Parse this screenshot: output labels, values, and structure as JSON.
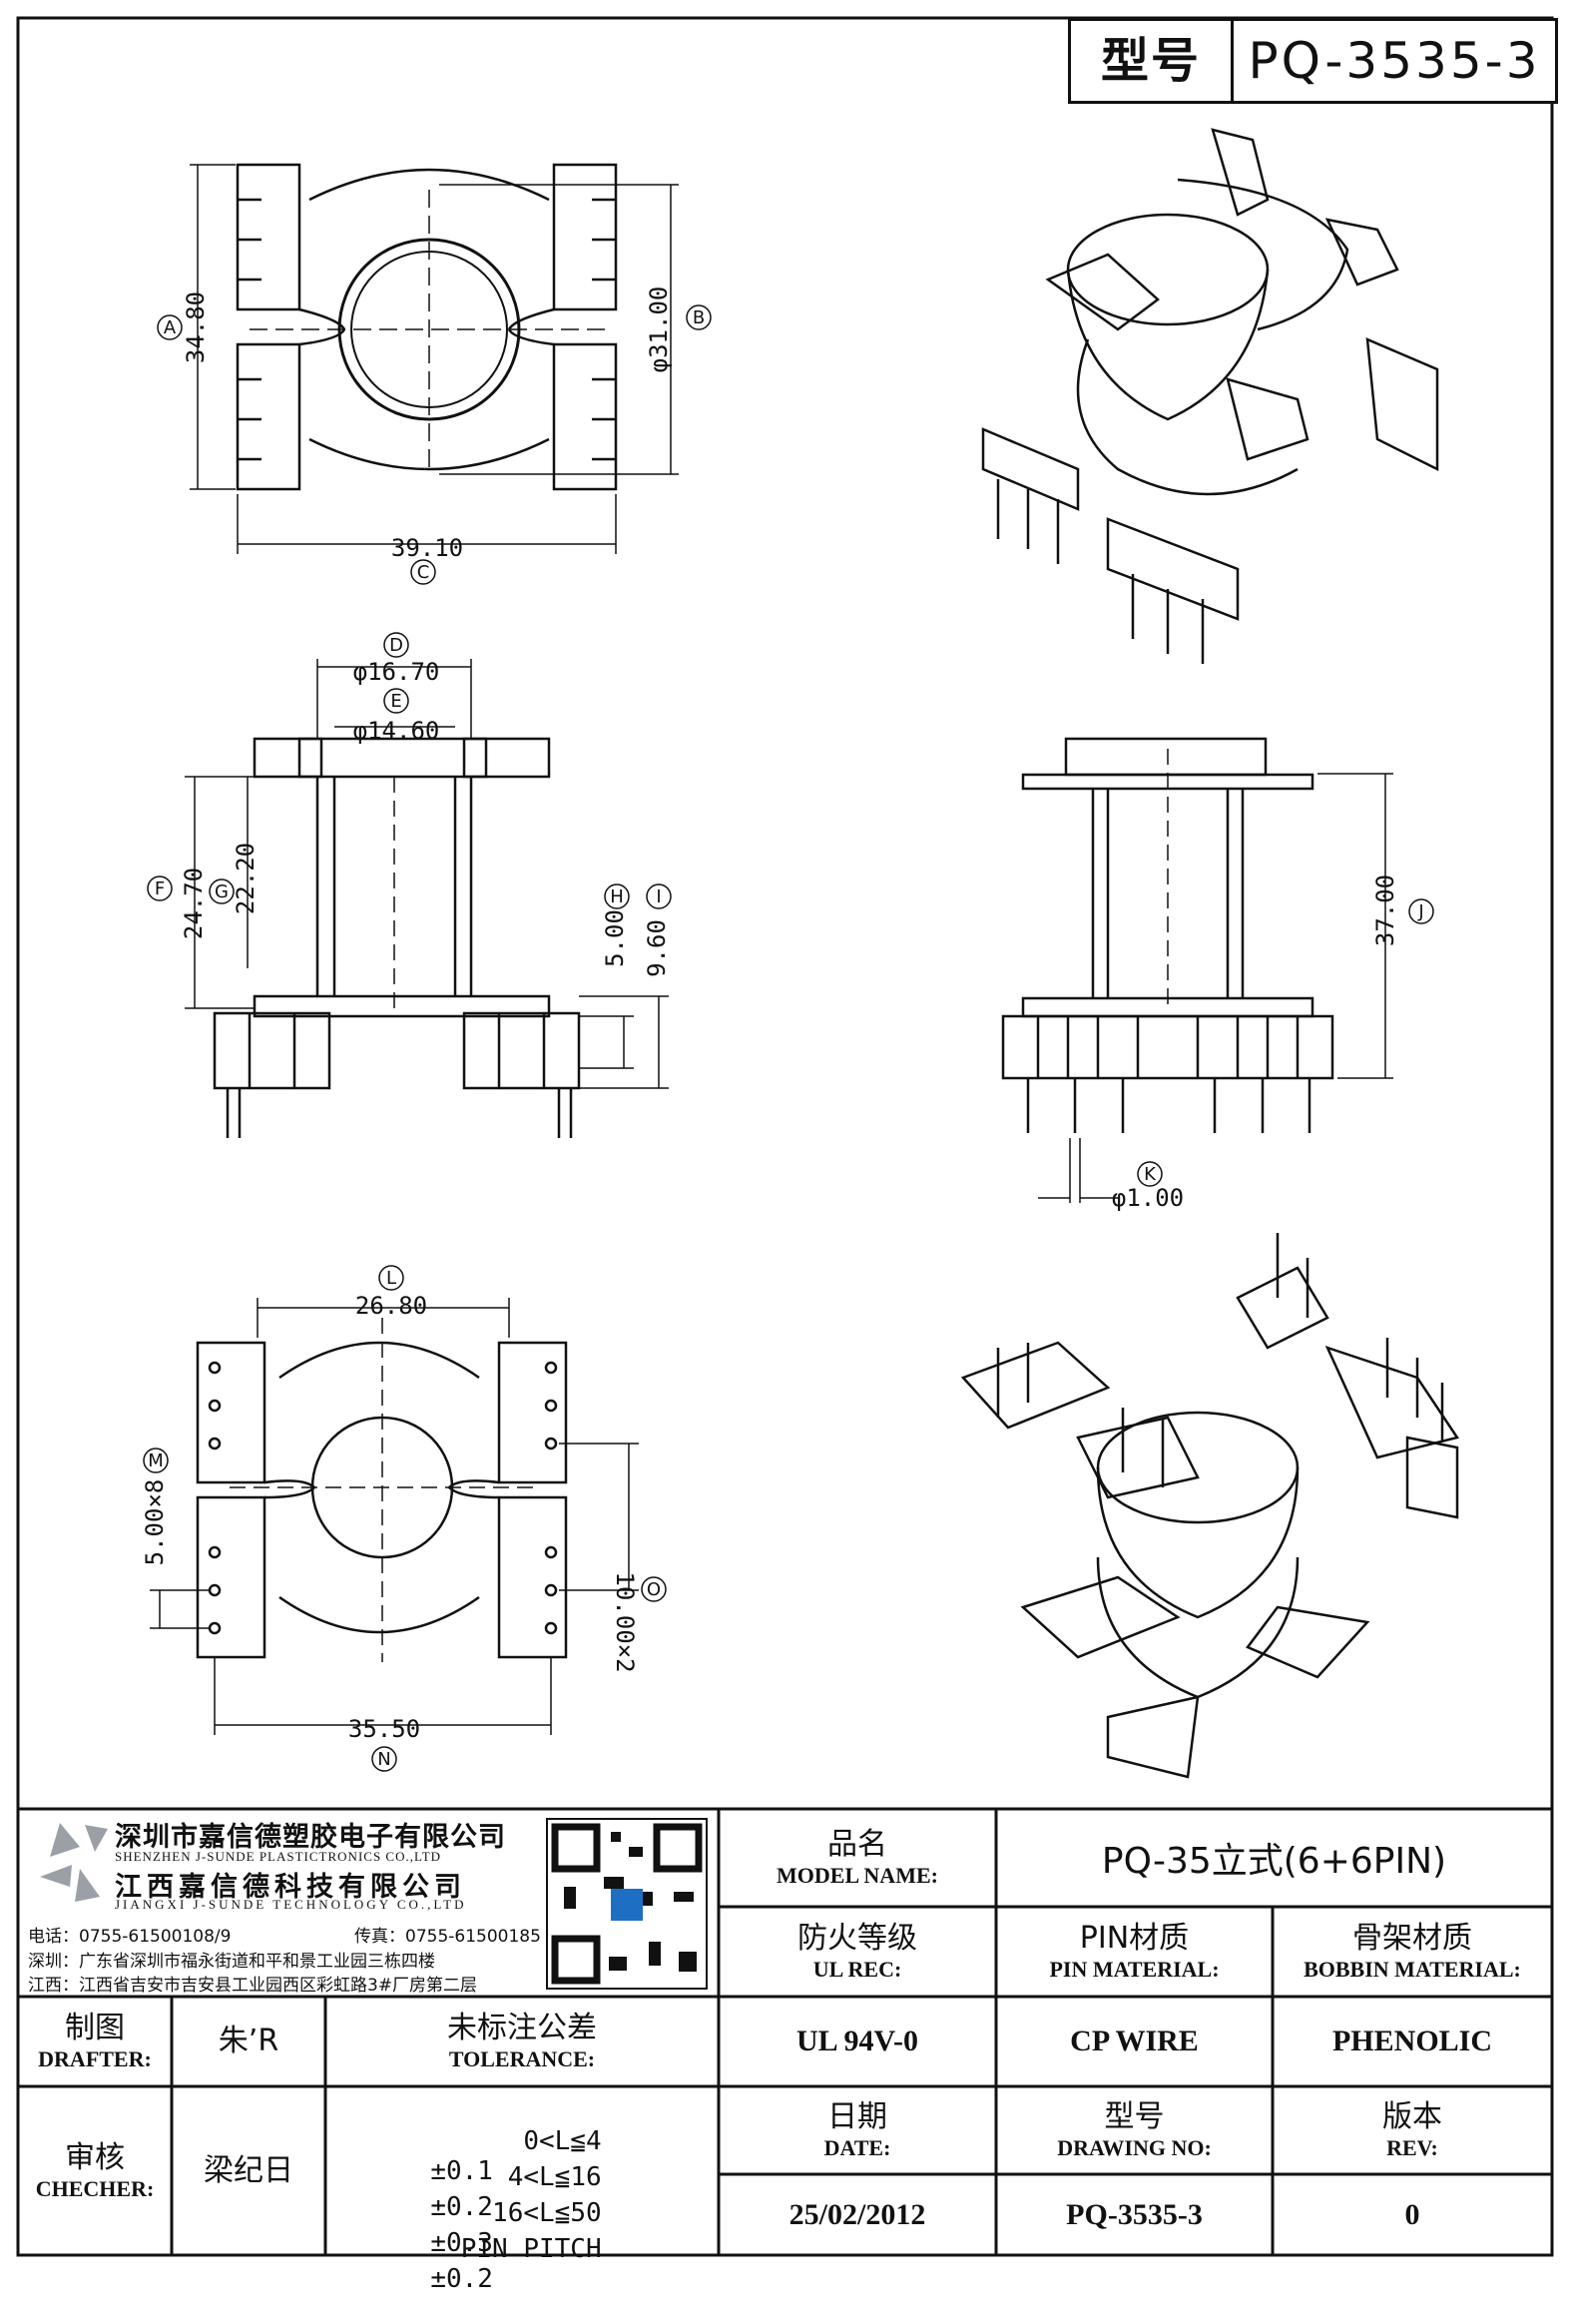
{
  "header": {
    "label": "型号",
    "value": "PQ-3535-3"
  },
  "dimensions": {
    "A": {
      "letter": "A",
      "text": "34.80"
    },
    "B": {
      "letter": "B",
      "text": "φ31.00"
    },
    "C": {
      "letter": "C",
      "text": "39.10"
    },
    "D": {
      "letter": "D",
      "text": "φ16.70"
    },
    "E": {
      "letter": "E",
      "text": "φ14.60"
    },
    "F": {
      "letter": "F",
      "text": "24.70"
    },
    "G": {
      "letter": "G",
      "text": "22.20"
    },
    "H": {
      "letter": "H",
      "text": "5.00"
    },
    "I": {
      "letter": "I",
      "text": "9.60"
    },
    "J": {
      "letter": "J",
      "text": "37.00"
    },
    "K": {
      "letter": "K",
      "text": "φ1.00"
    },
    "L": {
      "letter": "L",
      "text": "26.80"
    },
    "M": {
      "letter": "M",
      "text": "5.00×8"
    },
    "N": {
      "letter": "N",
      "text": "35.50"
    },
    "O": {
      "letter": "O",
      "text": "10.00×2"
    }
  },
  "company": {
    "name_cn_1": "深圳市嘉信德塑胶电子有限公司",
    "name_en_1": "SHENZHEN J-SUNDE PLASTICTRONICS CO.,LTD",
    "name_cn_2": "江西嘉信德科技有限公司",
    "name_en_2": "JIANGXI J-SUNDE TECHNOLOGY CO.,LTD",
    "phone": "电话：0755-61500108/9",
    "fax": "传真：0755-61500185",
    "addr_sz": "深圳：广东省深圳市福永街道和平和景工业园三栋四楼",
    "addr_jx": "江西：江西省吉安市吉安县工业园西区彩虹路3#厂房第二层"
  },
  "titleblock": {
    "model_name": {
      "cn": "品名",
      "en": "MODEL NAME:",
      "value": "PQ-35立式(6+6PIN)"
    },
    "ul": {
      "cn": "防火等级",
      "en": "UL REC:",
      "value": "UL 94V-0"
    },
    "pin_mat": {
      "cn": "PIN材质",
      "en": "PIN MATERIAL:",
      "value": "CP WIRE"
    },
    "bobbin_mat": {
      "cn": "骨架材质",
      "en": "BOBBIN MATERIAL:",
      "value": "PHENOLIC"
    },
    "date": {
      "cn": "日期",
      "en": "DATE:",
      "value": "25/02/2012"
    },
    "drawing_no": {
      "cn": "型号",
      "en": "DRAWING NO:",
      "value": "PQ-3535-3"
    },
    "rev": {
      "cn": "版本",
      "en": "REV:",
      "value": "0"
    },
    "drafter": {
      "cn": "制图",
      "en": "DRAFTER:",
      "value": "朱’R"
    },
    "checker": {
      "cn": "审核",
      "en": "CHECHER:",
      "value": "梁纪日"
    },
    "tolerance": {
      "cn": "未标注公差",
      "en": "TOLERANCE:",
      "rows": [
        {
          "range": "0<L≦4",
          "tol": "±0.1"
        },
        {
          "range": "4<L≦16",
          "tol": "±0.2"
        },
        {
          "range": "16<L≦50",
          "tol": "±0.3"
        },
        {
          "range": "PIN PITCH",
          "tol": "±0.2"
        }
      ]
    }
  }
}
